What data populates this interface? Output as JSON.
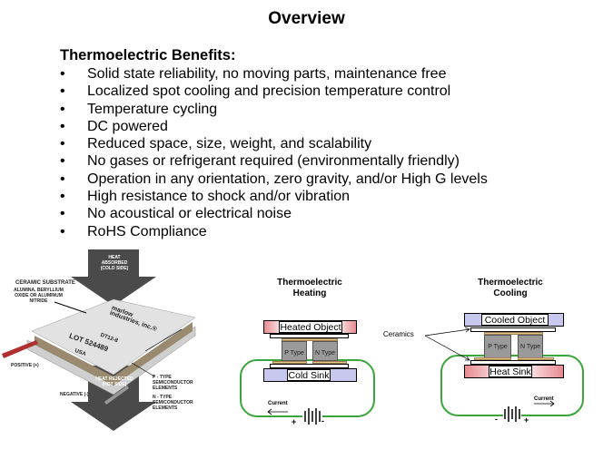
{
  "title": "Overview",
  "benefits": {
    "heading": "Thermoelectric Benefits:",
    "bullet_char": "•",
    "items": [
      "Solid state reliability, no moving parts, maintenance free",
      "Localized spot cooling and precision temperature control",
      "Temperature cycling",
      "DC powered",
      "Reduced space, size, weight, and scalability",
      "No gases or refrigerant required (environmentally friendly)",
      "Operation in any orientation, zero gravity, and/or High G levels",
      "High resistance to shock and/or vibration",
      "No acoustical or electrical noise",
      "RoHS Compliance"
    ]
  },
  "module_image": {
    "heat_absorbed": "HEAT ABSORBED",
    "cold_side": "(COLD SIDE)",
    "heat_rejected": "HEAT REJECTED",
    "hot_side": "(HOT SIDE)",
    "ceramic_substrate": "CERAMIC SUBSTRATE",
    "ceramic_materials": "ALUMINA, BERYLLIUM OXIDE OR ALUMINUM NITRIDE",
    "positive": "POSITIVE (+)",
    "negative": "NEGATIVE (-)",
    "p_type": "P - TYPE SEMICONDUCTOR ELEMENTS",
    "n_type": "N - TYPE SEMICONDUCTOR ELEMENTS",
    "brand": "marlow industries, inc.®",
    "model": "DT12-8",
    "lot": "LOT 524489",
    "country": "USA"
  },
  "heating": {
    "title_line1": "Thermoelectric",
    "title_line2": "Heating",
    "top_object": "Heated Object",
    "bottom_object": "Cold Sink",
    "p_label": "P Type",
    "n_label": "N Type",
    "current_label": "Current",
    "plus": "+",
    "minus": "-"
  },
  "cooling": {
    "title_line1": "Thermoelectric",
    "title_line2": "Cooling",
    "top_object": "Cooled Object",
    "bottom_object": "Heat Sink",
    "p_label": "P Type",
    "n_label": "N Type",
    "ceramics_label": "Ceramics",
    "current_label": "Current",
    "plus": "+",
    "minus": "-"
  },
  "colors": {
    "loop": "#3aa53a",
    "hot": "#e88a90",
    "cold": "#c8c8ee",
    "semiconductor": "#9a9a9a",
    "copper": "#e5c58a"
  }
}
